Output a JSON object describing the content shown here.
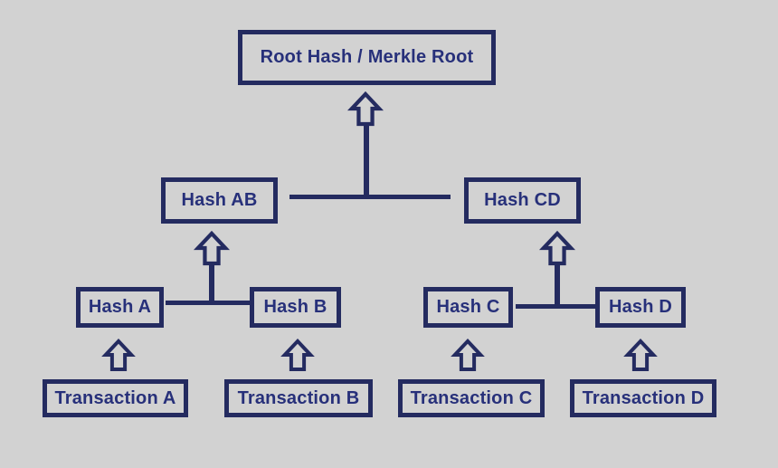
{
  "diagram": {
    "type": "merkle-tree",
    "colors": {
      "background": "#d2d2d2",
      "line": "#242b60",
      "text": "#27307a"
    },
    "nodes": {
      "root": {
        "label": "Root Hash / Merkle Root"
      },
      "hash_ab": {
        "label": "Hash AB"
      },
      "hash_cd": {
        "label": "Hash CD"
      },
      "hash_a": {
        "label": "Hash A"
      },
      "hash_b": {
        "label": "Hash B"
      },
      "hash_c": {
        "label": "Hash C"
      },
      "hash_d": {
        "label": "Hash D"
      },
      "tx_a": {
        "label": "Transaction A"
      },
      "tx_b": {
        "label": "Transaction B"
      },
      "tx_c": {
        "label": "Transaction C"
      },
      "tx_d": {
        "label": "Transaction D"
      }
    },
    "edges": [
      {
        "from": "Transaction A",
        "to": "Hash A"
      },
      {
        "from": "Transaction B",
        "to": "Hash B"
      },
      {
        "from": "Transaction C",
        "to": "Hash C"
      },
      {
        "from": "Transaction D",
        "to": "Hash D"
      },
      {
        "from": "Hash A + Hash B",
        "to": "Hash AB"
      },
      {
        "from": "Hash C + Hash D",
        "to": "Hash CD"
      },
      {
        "from": "Hash AB + Hash CD",
        "to": "Root Hash / Merkle Root"
      }
    ]
  }
}
